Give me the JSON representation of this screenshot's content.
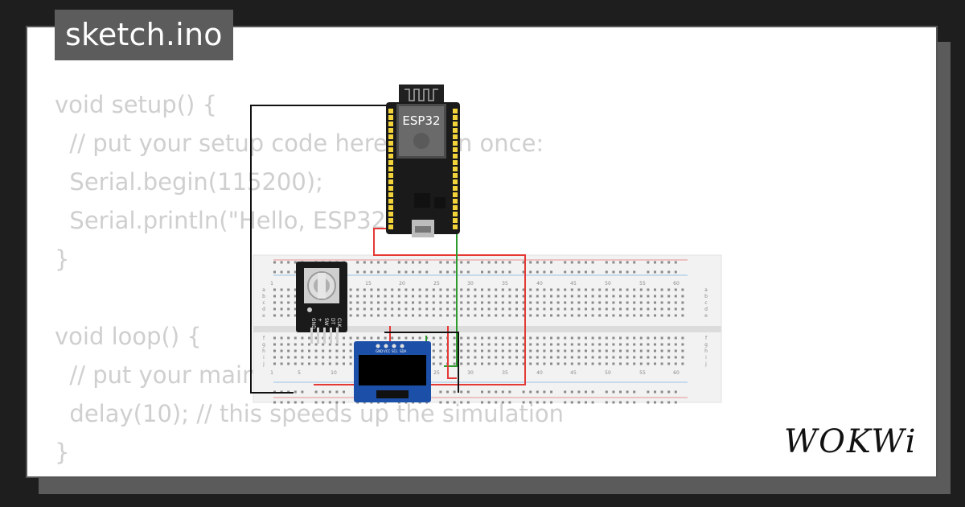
{
  "tab": {
    "label": "sketch.ino"
  },
  "code_lines": [
    "void setup() {",
    "  // put your setup code here, to run once:",
    "  Serial.begin(115200);",
    "  Serial.println(\"Hello, ESP32!\");",
    "}",
    "",
    "void loop() {",
    "  // put your main code here, to run repeatedly:",
    "  delay(10); // this speeds up the simulation",
    "}"
  ],
  "esp32": {
    "label": "ESP32"
  },
  "encoder": {
    "pins": [
      "GND",
      "+",
      "SW",
      "DT",
      "CLK"
    ]
  },
  "oled": {
    "pins": [
      "GND",
      "VCC",
      "SCL",
      "SDA"
    ]
  },
  "breadboard": {
    "column_numbers_top": [
      "1",
      "15",
      "20",
      "25",
      "30",
      "35",
      "40",
      "45",
      "50",
      "55",
      "60"
    ],
    "column_numbers_bottom": [
      "1",
      "5",
      "10",
      "15",
      "20",
      "25",
      "30",
      "35",
      "40",
      "45",
      "50",
      "55",
      "60"
    ],
    "row_letters_top": [
      "a",
      "b",
      "c",
      "d",
      "e"
    ],
    "row_letters_bottom": [
      "f",
      "g",
      "h",
      "i",
      "j"
    ]
  },
  "logo": {
    "text": "WOKWi"
  },
  "colors": {
    "wire_red": "#e53935",
    "wire_green": "#2e9b2e",
    "wire_black": "#111111",
    "board": "#1a1a1a",
    "oled_pcb": "#1c4fa8"
  }
}
